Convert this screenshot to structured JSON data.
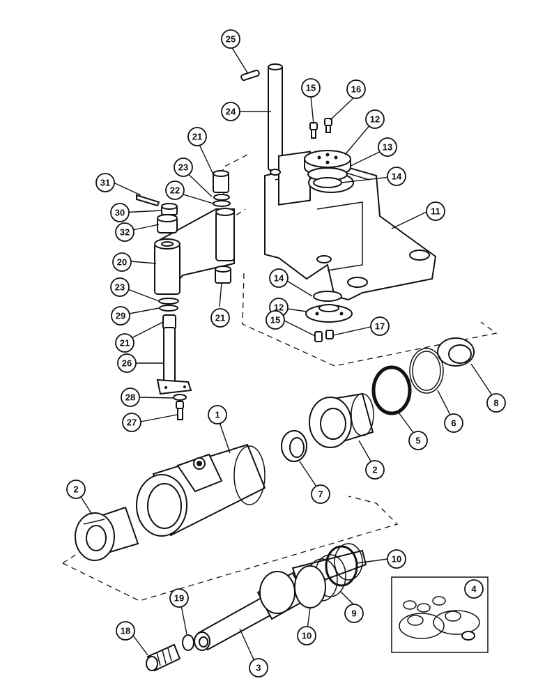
{
  "callouts": {
    "c1": "1",
    "c2a": "2",
    "c2b": "2",
    "c3": "3",
    "c4": "4",
    "c5": "5",
    "c6": "6",
    "c7": "7",
    "c8": "8",
    "c9": "9",
    "c10a": "10",
    "c10b": "10",
    "c11": "11",
    "c12a": "12",
    "c12b": "12",
    "c13": "13",
    "c14a": "14",
    "c14b": "14",
    "c15a": "15",
    "c15b": "15",
    "c16": "16",
    "c17": "17",
    "c18": "18",
    "c19": "19",
    "c20": "20",
    "c21a": "21",
    "c21b": "21",
    "c21c": "21",
    "c22": "22",
    "c23a": "23",
    "c23b": "23",
    "c24": "24",
    "c25": "25",
    "c26": "26",
    "c27": "27",
    "c28": "28",
    "c29": "29",
    "c30": "30",
    "c31": "31",
    "c32": "32"
  }
}
